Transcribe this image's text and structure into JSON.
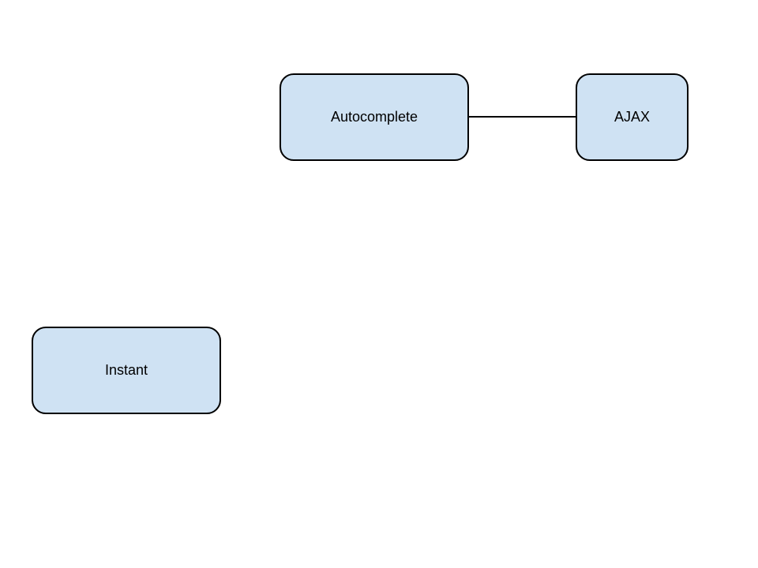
{
  "colors": {
    "node_fill": "#cfe2f3",
    "node_border": "#000000",
    "connector": "#000000",
    "background": "#ffffff"
  },
  "nodes": {
    "autocomplete": {
      "label": "Autocomplete"
    },
    "ajax": {
      "label": "AJAX"
    },
    "instant": {
      "label": "Instant"
    }
  },
  "edges": [
    {
      "from": "autocomplete",
      "to": "ajax"
    }
  ]
}
